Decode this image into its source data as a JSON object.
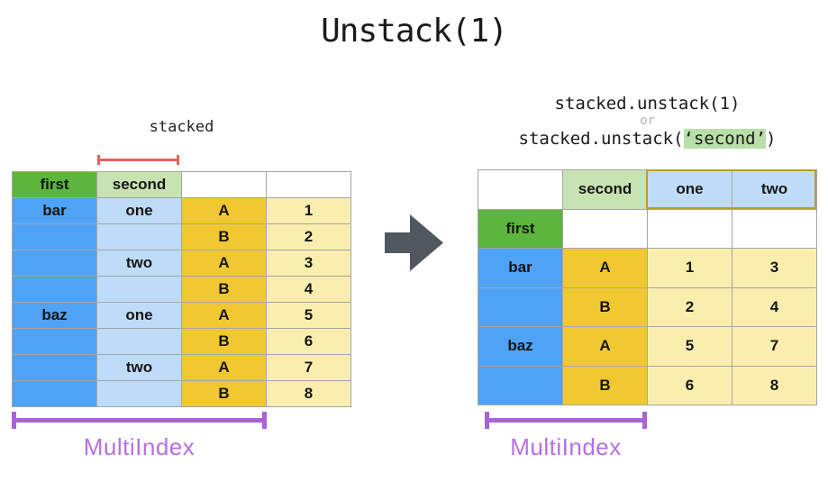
{
  "title": "Unstack(1)",
  "colors": {
    "green": "#5cb53c",
    "lightgreen": "#c7e3b2",
    "blue": "#4fa3f7",
    "lightblue": "#bedcf8",
    "gold": "#f1c832",
    "lightyellow": "#faeeae",
    "border": "#a5a5a5",
    "arrow": "#51575f",
    "purple": "#a963d9",
    "purple_label": "#b570e2",
    "red": "#e4635a",
    "highlight": "#b8dfa8",
    "gold_border": "#c49a2a",
    "or_gray": "#b3b3b3",
    "num_gray": "#3f3f3f"
  },
  "left": {
    "label": "stacked",
    "bracket_label": "MultiIndex",
    "table": {
      "rows": [
        [
          {
            "t": "first",
            "c": "green"
          },
          {
            "t": "second",
            "c": "lightgreen"
          },
          {
            "t": "",
            "c": "white"
          },
          {
            "t": "",
            "c": "white"
          }
        ],
        [
          {
            "t": "bar",
            "c": "blue"
          },
          {
            "t": "one",
            "c": "lightblue"
          },
          {
            "t": "A",
            "c": "gold"
          },
          {
            "t": "1",
            "c": "lightyellow"
          }
        ],
        [
          {
            "t": "",
            "c": "blue"
          },
          {
            "t": "",
            "c": "lightblue"
          },
          {
            "t": "B",
            "c": "gold"
          },
          {
            "t": "2",
            "c": "lightyellow"
          }
        ],
        [
          {
            "t": "",
            "c": "blue"
          },
          {
            "t": "two",
            "c": "lightblue"
          },
          {
            "t": "A",
            "c": "gold"
          },
          {
            "t": "3",
            "c": "lightyellow"
          }
        ],
        [
          {
            "t": "",
            "c": "blue"
          },
          {
            "t": "",
            "c": "lightblue"
          },
          {
            "t": "B",
            "c": "gold"
          },
          {
            "t": "4",
            "c": "lightyellow"
          }
        ],
        [
          {
            "t": "baz",
            "c": "blue"
          },
          {
            "t": "one",
            "c": "lightblue"
          },
          {
            "t": "A",
            "c": "gold"
          },
          {
            "t": "5",
            "c": "lightyellow"
          }
        ],
        [
          {
            "t": "",
            "c": "blue"
          },
          {
            "t": "",
            "c": "lightblue"
          },
          {
            "t": "B",
            "c": "gold"
          },
          {
            "t": "6",
            "c": "lightyellow"
          }
        ],
        [
          {
            "t": "",
            "c": "blue"
          },
          {
            "t": "two",
            "c": "lightblue"
          },
          {
            "t": "A",
            "c": "gold"
          },
          {
            "t": "7",
            "c": "lightyellow"
          }
        ],
        [
          {
            "t": "",
            "c": "blue"
          },
          {
            "t": "",
            "c": "lightblue"
          },
          {
            "t": "B",
            "c": "gold"
          },
          {
            "t": "8",
            "c": "lightyellow"
          }
        ]
      ]
    }
  },
  "right": {
    "annotation": {
      "line1": "stacked.unstack(1)",
      "or": "or",
      "prefix": "stacked.unstack(",
      "highlight": "‘second’",
      "suffix": ")"
    },
    "bracket_label": "MultiIndex",
    "table": {
      "rows": [
        [
          {
            "t": "",
            "c": "white"
          },
          {
            "t": "second",
            "c": "lightgreen"
          },
          {
            "t": "one",
            "c": "lightblue"
          },
          {
            "t": "two",
            "c": "lightblue"
          }
        ],
        [
          {
            "t": "first",
            "c": "green"
          },
          {
            "t": "",
            "c": "white"
          },
          {
            "t": "",
            "c": "white"
          },
          {
            "t": "",
            "c": "white"
          }
        ],
        [
          {
            "t": "bar",
            "c": "blue"
          },
          {
            "t": "A",
            "c": "gold"
          },
          {
            "t": "1",
            "c": "lightyellow"
          },
          {
            "t": "3",
            "c": "lightyellow"
          }
        ],
        [
          {
            "t": "",
            "c": "blue"
          },
          {
            "t": "B",
            "c": "gold"
          },
          {
            "t": "2",
            "c": "lightyellow"
          },
          {
            "t": "4",
            "c": "lightyellow"
          }
        ],
        [
          {
            "t": "baz",
            "c": "blue"
          },
          {
            "t": "A",
            "c": "gold"
          },
          {
            "t": "5",
            "c": "lightyellow"
          },
          {
            "t": "7",
            "c": "lightyellow"
          }
        ],
        [
          {
            "t": "",
            "c": "blue"
          },
          {
            "t": "B",
            "c": "gold"
          },
          {
            "t": "6",
            "c": "lightyellow"
          },
          {
            "t": "8",
            "c": "lightyellow"
          }
        ]
      ]
    }
  }
}
